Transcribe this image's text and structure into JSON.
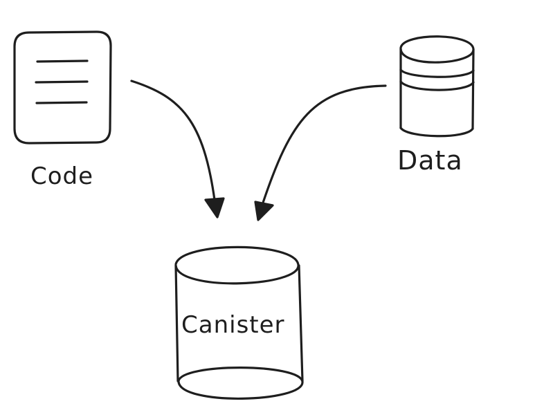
{
  "nodes": {
    "code": {
      "label": "Code",
      "icon": "document-icon"
    },
    "data": {
      "label": "Data",
      "icon": "database-icon"
    },
    "canister": {
      "label": "Canister",
      "icon": "cylinder-shape"
    }
  },
  "edges": [
    {
      "from": "code",
      "to": "canister"
    },
    {
      "from": "data",
      "to": "canister"
    }
  ],
  "colors": {
    "stroke": "#1e1e1e",
    "background": "#ffffff"
  }
}
